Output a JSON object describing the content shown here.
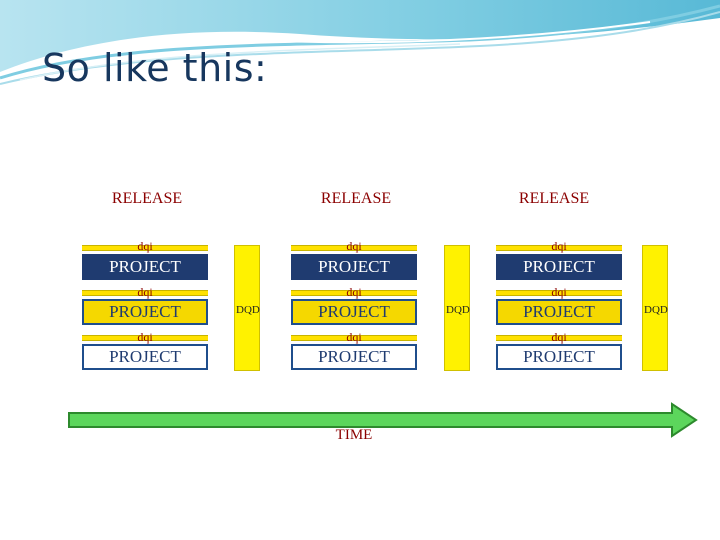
{
  "slide": {
    "title": "So like this:"
  },
  "releases": [
    {
      "label": "RELEASE",
      "dqd_label": "DQD",
      "rows": [
        {
          "dqi": "dqi",
          "project": "PROJECT"
        },
        {
          "dqi": "dqi",
          "project": "PROJECT"
        },
        {
          "dqi": "dqi",
          "project": "PROJECT"
        }
      ]
    },
    {
      "label": "RELEASE",
      "dqd_label": "DQD",
      "rows": [
        {
          "dqi": "dqi",
          "project": "PROJECT"
        },
        {
          "dqi": "dqi",
          "project": "PROJECT"
        },
        {
          "dqi": "dqi",
          "project": "PROJECT"
        }
      ]
    },
    {
      "label": "RELEASE",
      "dqd_label": "DQD",
      "rows": [
        {
          "dqi": "dqi",
          "project": "PROJECT"
        },
        {
          "dqi": "dqi",
          "project": "PROJECT"
        },
        {
          "dqi": "dqi",
          "project": "PROJECT"
        }
      ]
    }
  ],
  "timeline": {
    "label": "TIME"
  },
  "colors": {
    "title": "#17375e",
    "label_red": "#8b0000",
    "dqi_yellow": "#ffe100",
    "dqd_yellow": "#fff200",
    "project_border": "#1f4e8c",
    "project_navy": "#1f3b70",
    "arrow_fill": "#5cd65c",
    "arrow_border": "#2d8a2d"
  }
}
